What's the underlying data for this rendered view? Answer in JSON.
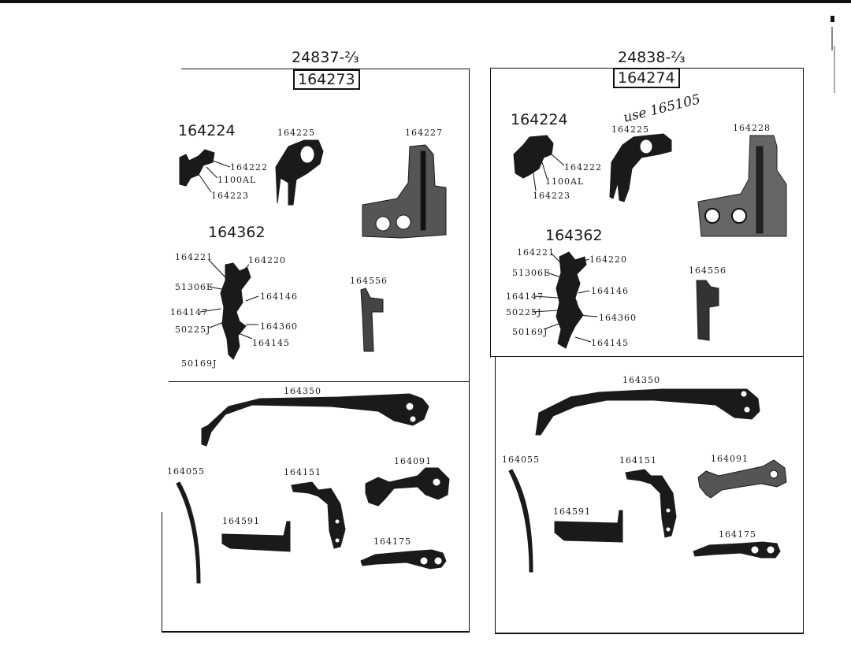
{
  "left": {
    "model": "24837-⅔",
    "box_number": "164273",
    "top_group": {
      "main": "164224",
      "parts": [
        "164222",
        "1100AL",
        "164223"
      ],
      "p225": "164225",
      "p227": "164227"
    },
    "mid_group": {
      "main": "164362",
      "parts": [
        "164221",
        "164220",
        "51306E",
        "164146",
        "164147",
        "50225J",
        "164360",
        "164145",
        "50169J"
      ],
      "p556": "164556"
    },
    "bottom_group": {
      "p350": "164350",
      "p055": "164055",
      "p151": "164151",
      "p091": "164091",
      "p591": "164591",
      "p175": "164175"
    }
  },
  "right": {
    "model": "24838-⅔",
    "box_number": "164274",
    "handwritten_note": "use 165105",
    "top_group": {
      "main": "164224",
      "parts": [
        "164222",
        "1100AL",
        "164223"
      ],
      "p225": "164225",
      "p228": "164228"
    },
    "mid_group": {
      "main": "164362",
      "parts": [
        "164221",
        "164220",
        "51306E",
        "164146",
        "164147",
        "50225J",
        "164360",
        "50169J",
        "164145"
      ],
      "p556": "164556"
    },
    "bottom_group": {
      "p350": "164350",
      "p055": "164055",
      "p151": "164151",
      "p091": "164091",
      "p591": "164591",
      "p175": "164175"
    }
  }
}
